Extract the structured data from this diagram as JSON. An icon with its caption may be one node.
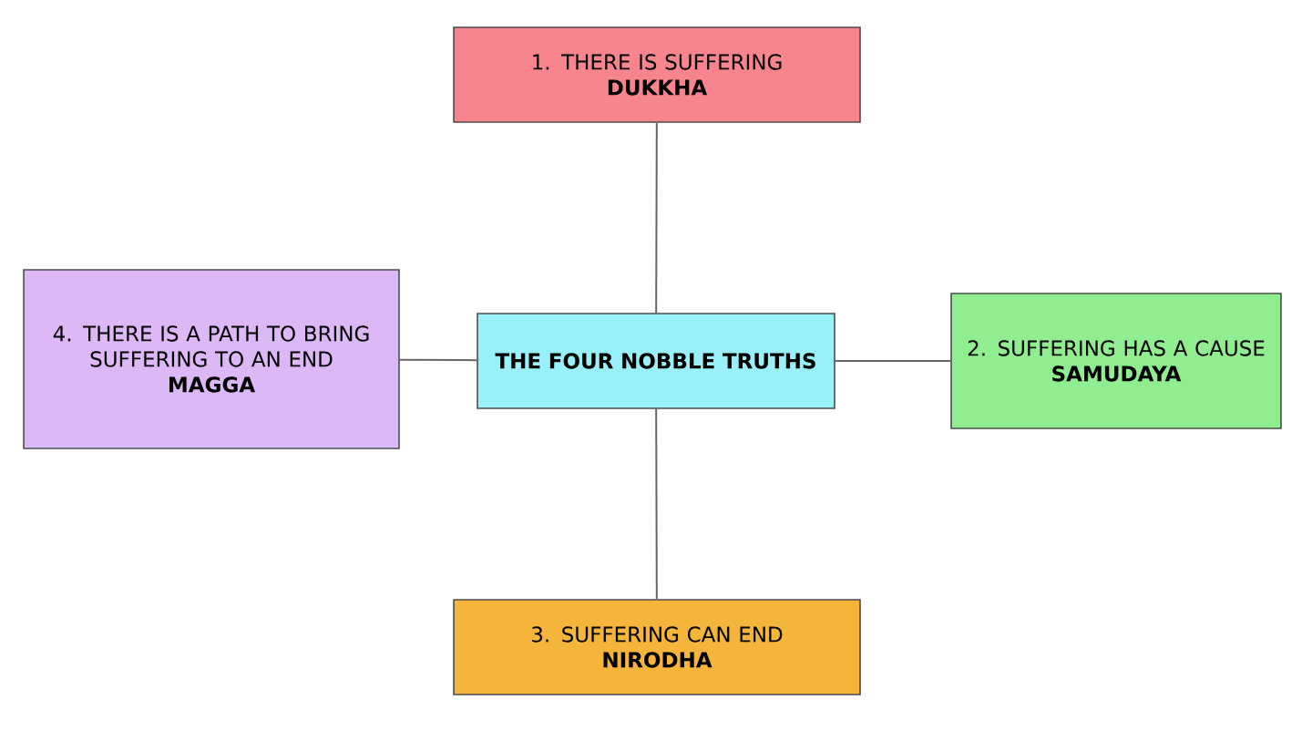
{
  "diagram": {
    "nodes": [
      {
        "text": [
          "1. THERE IS SUFFERING",
          "DUKKHA"
        ]
      },
      {
        "text": [
          "4. THERE IS A PATH TO BRING SUFFERING TO AN END",
          "MAGGA"
        ]
      },
      {
        "text": [
          "THE FOUR NOBBLE TRUTHS"
        ]
      },
      {
        "text": [
          "2. SUFFERING HAS A CAUSE",
          "SAMUDAYA"
        ]
      },
      {
        "text": [
          "3. SUFFERING CAN END",
          "NIRODHA"
        ]
      }
    ],
    "edges": [
      {
        "from": 2,
        "to": 0,
        "arrow": "none"
      },
      {
        "from": 2,
        "to": 1,
        "arrow": "none"
      },
      {
        "from": 2,
        "to": 3,
        "arrow": "none"
      },
      {
        "from": 2,
        "to": 4,
        "arrow": "none"
      }
    ]
  }
}
